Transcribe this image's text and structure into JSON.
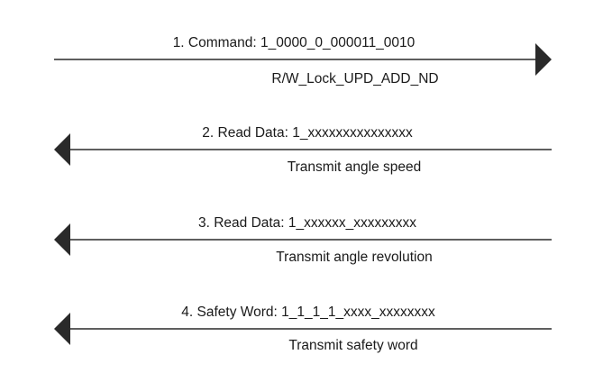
{
  "messages": [
    {
      "label": "1. Command: 1_0000_0_000011_0010",
      "sublabel": "R/W_Lock_UPD_ADD_ND",
      "direction": "right"
    },
    {
      "label": "2. Read Data: 1_xxxxxxxxxxxxxxx",
      "sublabel": "Transmit angle speed",
      "direction": "left"
    },
    {
      "label": "3. Read Data: 1_xxxxxx_xxxxxxxxx",
      "sublabel": "Transmit angle revolution",
      "direction": "left"
    },
    {
      "label": "4. Safety Word: 1_1_1_1_xxxx_xxxxxxxx",
      "sublabel": "Transmit safety word",
      "direction": "left"
    }
  ],
  "colors": {
    "line": "#2a2a2a",
    "text": "#1a1a1a",
    "background": "#ffffff"
  }
}
